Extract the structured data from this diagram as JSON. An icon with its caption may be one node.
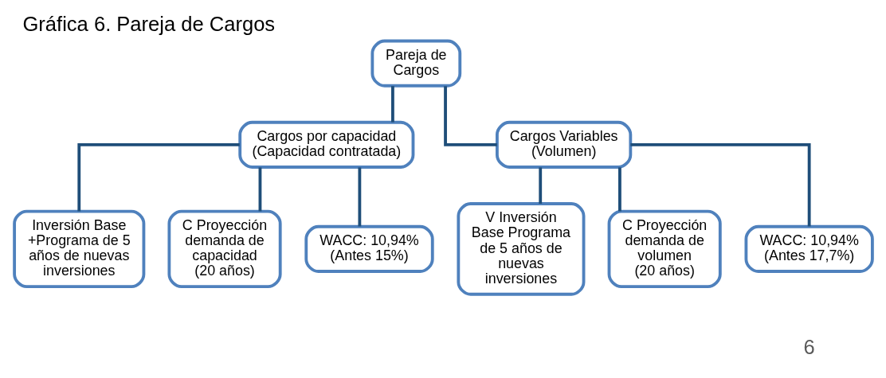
{
  "diagram": {
    "title": "Gráfica 6. Pareja de Cargos",
    "nodes": [
      {
        "text": [
          "Pareja de Cargos"
        ]
      },
      {
        "text": [
          "Cargos por capacidad",
          "(Capacidad contratada)"
        ]
      },
      {
        "text": [
          "Cargos Variables",
          "(Volumen)"
        ]
      },
      {
        "text": [
          "Inversión Base",
          "+Programa de 5 años de nuevas inversiones"
        ]
      },
      {
        "text": [
          "C Proyección demanda de capacidad",
          "(20 años)"
        ]
      },
      {
        "text": [
          "WACC: 10,94% (Antes 15%)"
        ]
      },
      {
        "text": [
          "V Inversión Base Programa de 5 años de nuevas inversiones"
        ]
      },
      {
        "text": [
          "C Proyección demanda de volumen",
          "(20 años)"
        ]
      },
      {
        "text": [
          "WACC: 10,94% (Antes 17,7%)"
        ]
      }
    ],
    "edges": [
      {
        "from": 0,
        "to": 1,
        "arrow": "none"
      },
      {
        "from": 0,
        "to": 2,
        "arrow": "none"
      },
      {
        "from": 1,
        "to": 3,
        "arrow": "none"
      },
      {
        "from": 1,
        "to": 4,
        "arrow": "none"
      },
      {
        "from": 1,
        "to": 5,
        "arrow": "none"
      },
      {
        "from": 2,
        "to": 6,
        "arrow": "none"
      },
      {
        "from": 2,
        "to": 7,
        "arrow": "none"
      },
      {
        "from": 2,
        "to": 8,
        "arrow": "none"
      }
    ],
    "labels": [
      "6"
    ]
  }
}
